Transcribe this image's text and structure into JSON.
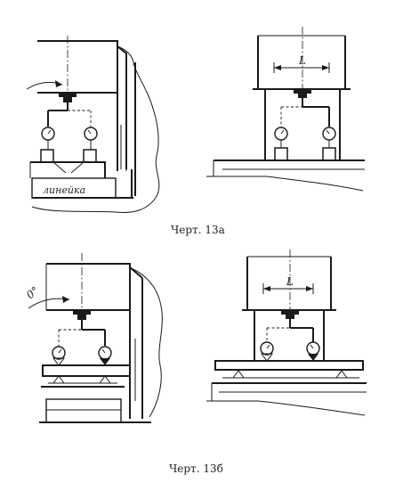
{
  "figure_a": {
    "caption": "Черт. 13а",
    "handwritten_label": "линейка",
    "dimension_label": "L"
  },
  "figure_b": {
    "caption": "Черт. 13б",
    "angle_label": "0°",
    "dimension_label": "L"
  }
}
